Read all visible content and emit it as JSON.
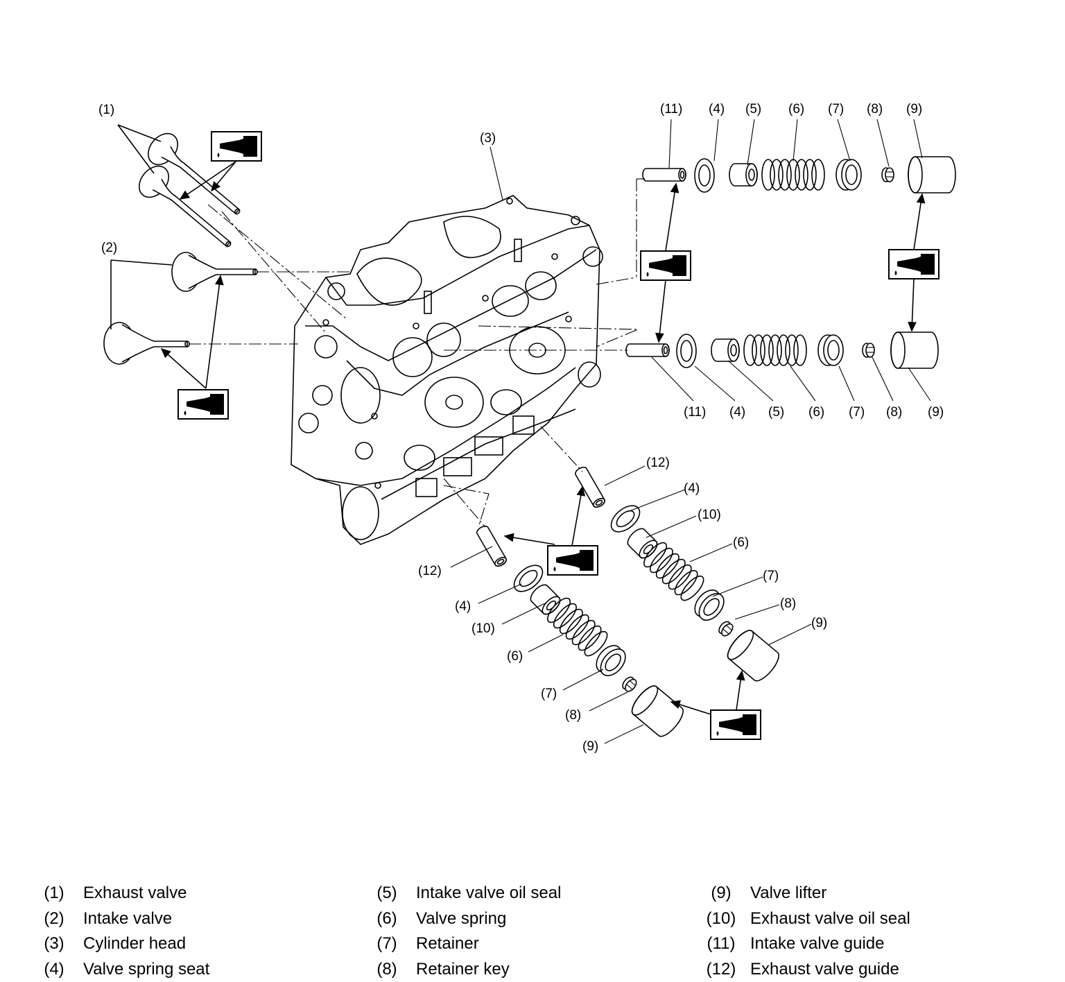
{
  "callouts": {
    "c1": "(1)",
    "c2": "(2)",
    "c3": "(3)",
    "t11": "(11)",
    "t4": "(4)",
    "t5": "(5)",
    "t6": "(6)",
    "t7": "(7)",
    "t8": "(8)",
    "t9": "(9)",
    "m11": "(11)",
    "m4": "(4)",
    "m5": "(5)",
    "m6": "(6)",
    "m7": "(7)",
    "m8": "(8)",
    "m9": "(9)",
    "r12": "(12)",
    "r4": "(4)",
    "r10": "(10)",
    "r6": "(6)",
    "r7": "(7)",
    "r8": "(8)",
    "r9": "(9)",
    "l12": "(12)",
    "l4": "(4)",
    "l10": "(10)",
    "l6": "(6)",
    "l7": "(7)",
    "l8": "(8)",
    "l9": "(9)"
  },
  "legend": [
    {
      "num": "(1)",
      "text": "Exhaust valve"
    },
    {
      "num": "(2)",
      "text": "Intake valve"
    },
    {
      "num": "(3)",
      "text": "Cylinder head"
    },
    {
      "num": "(4)",
      "text": "Valve spring seat"
    },
    {
      "num": "(5)",
      "text": "Intake valve oil seal"
    },
    {
      "num": "(6)",
      "text": "Valve spring"
    },
    {
      "num": "(7)",
      "text": "Retainer"
    },
    {
      "num": "(8)",
      "text": "Retainer key"
    },
    {
      "num": "(9)",
      "text": "Valve lifter"
    },
    {
      "num": "(10)",
      "text": "Exhaust valve oil seal"
    },
    {
      "num": "(11)",
      "text": "Intake valve guide"
    },
    {
      "num": "(12)",
      "text": "Exhaust valve guide"
    }
  ],
  "icons": {
    "oil_symbol": "oil-can-icon"
  }
}
